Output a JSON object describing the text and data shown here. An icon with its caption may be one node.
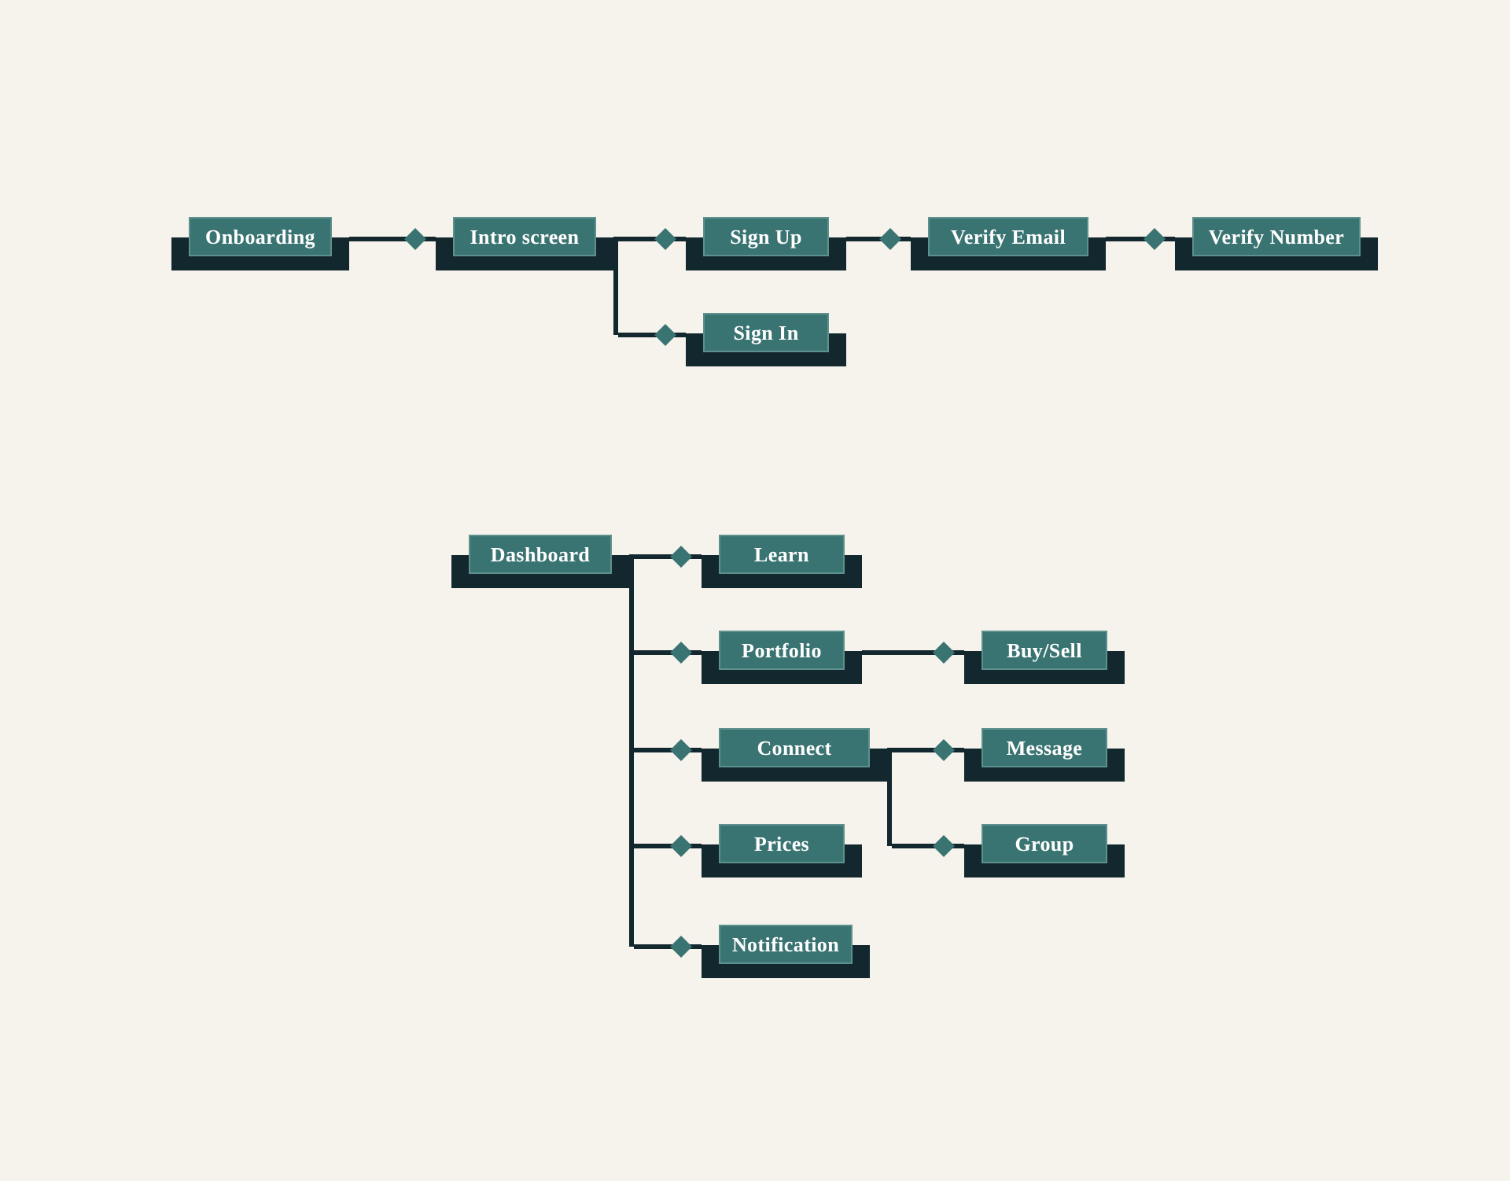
{
  "diagram": {
    "nodes": [
      {
        "text": [
          "Onboarding"
        ]
      },
      {
        "text": [
          "Intro screen"
        ]
      },
      {
        "text": [
          "Sign Up"
        ]
      },
      {
        "text": [
          "Verify Email"
        ]
      },
      {
        "text": [
          "Verify Number"
        ]
      },
      {
        "text": [
          "Sign In"
        ]
      },
      {
        "text": [
          "Dashboard"
        ]
      },
      {
        "text": [
          "Learn"
        ]
      },
      {
        "text": [
          "Portfolio"
        ]
      },
      {
        "text": [
          "Buy/Sell"
        ]
      },
      {
        "text": [
          "Connect"
        ]
      },
      {
        "text": [
          "Message"
        ]
      },
      {
        "text": [
          "Prices"
        ]
      },
      {
        "text": [
          "Group"
        ]
      },
      {
        "text": [
          "Notification"
        ]
      }
    ],
    "edges": [
      {
        "from": 0,
        "to": 1,
        "arrow": "other"
      },
      {
        "from": 1,
        "to": 2,
        "arrow": "other"
      },
      {
        "from": 1,
        "to": 5,
        "arrow": "other"
      },
      {
        "from": 2,
        "to": 3,
        "arrow": "other"
      },
      {
        "from": 3,
        "to": 4,
        "arrow": "other"
      },
      {
        "from": 6,
        "to": 7,
        "arrow": "other"
      },
      {
        "from": 6,
        "to": 8,
        "arrow": "other"
      },
      {
        "from": 6,
        "to": 10,
        "arrow": "other"
      },
      {
        "from": 6,
        "to": 12,
        "arrow": "other"
      },
      {
        "from": 6,
        "to": 14,
        "arrow": "other"
      },
      {
        "from": 8,
        "to": 9,
        "arrow": "other"
      },
      {
        "from": 10,
        "to": 11,
        "arrow": "other"
      },
      {
        "from": 10,
        "to": 13,
        "arrow": "other"
      }
    ]
  }
}
